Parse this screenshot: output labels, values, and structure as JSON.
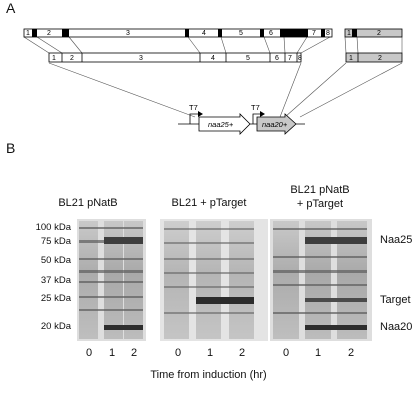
{
  "panel_a": {
    "label": "A",
    "segments_top": [
      "1",
      "2",
      "3",
      "4",
      "5",
      "6",
      "7",
      "8"
    ],
    "segments_mid": [
      "1",
      "2",
      "3",
      "4",
      "5",
      "6",
      "7",
      "8"
    ],
    "segments_gray_top": [
      "1",
      "2"
    ],
    "segments_gray_mid": [
      "1",
      "2"
    ],
    "promoter_1": "T7",
    "promoter_2": "T7",
    "gene_1": "naa25+",
    "gene_2": "naa20+"
  },
  "panel_b": {
    "label": "B",
    "gel_titles": [
      "BL21 pNatB",
      "BL21 + pTarget",
      "BL21 pNatB\n+ pTarget"
    ],
    "marker_labels": [
      "100 kDa",
      "75 kDa",
      "50 kDa",
      "37 kDa",
      "25 kDa",
      "20 kDa"
    ],
    "band_labels": [
      "Naa25",
      "Target",
      "Naa20"
    ],
    "lane_labels": [
      "0",
      "1",
      "2",
      "0",
      "1",
      "2",
      "0",
      "1",
      "2"
    ],
    "x_caption": "Time from induction (hr)"
  }
}
